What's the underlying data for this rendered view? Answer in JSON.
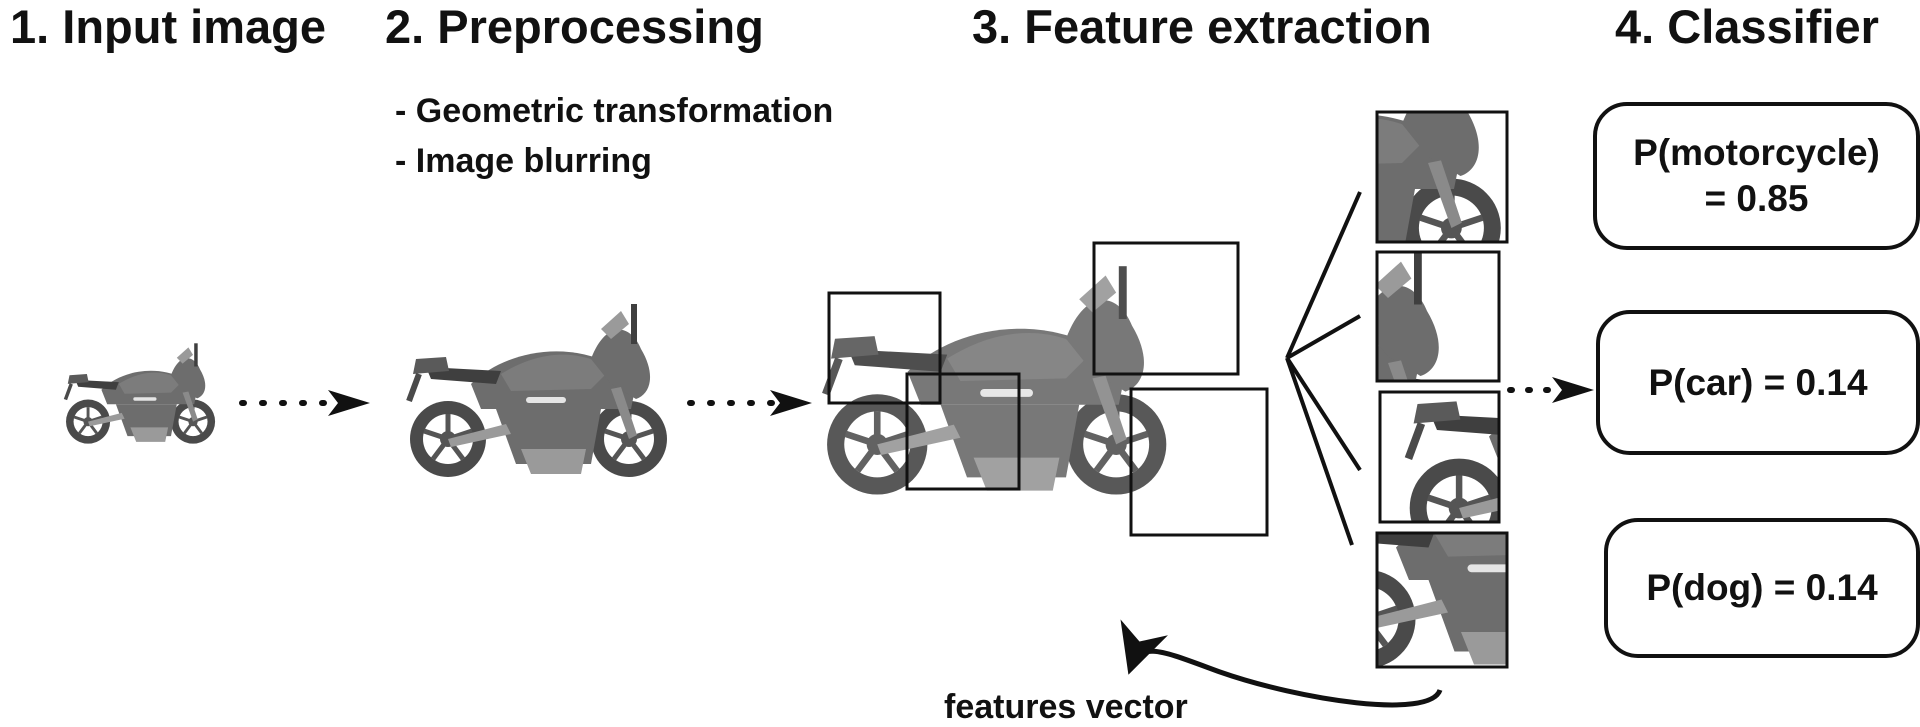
{
  "titles": {
    "step1": "1. Input image",
    "step2": "2. Preprocessing",
    "step3": "3. Feature extraction",
    "step4": "4. Classifier"
  },
  "preprocessing_steps": [
    "- Geometric transformation",
    "- Image blurring"
  ],
  "classifier_outputs": [
    {
      "line1": "P(motorcycle)",
      "line2": "= 0.85"
    },
    {
      "line1": "P(car) = 0.14"
    },
    {
      "line1": "P(dog) = 0.14"
    }
  ],
  "features_label": "features vector",
  "icons": {
    "motorcycle": "motorcycle-icon",
    "arrow": "dotted-arrow-icon"
  },
  "colors": {
    "ink": "#111111",
    "bike_body": "#6d6d6d",
    "bike_dark": "#3f3f3f",
    "bike_light": "#9a9a9a"
  }
}
